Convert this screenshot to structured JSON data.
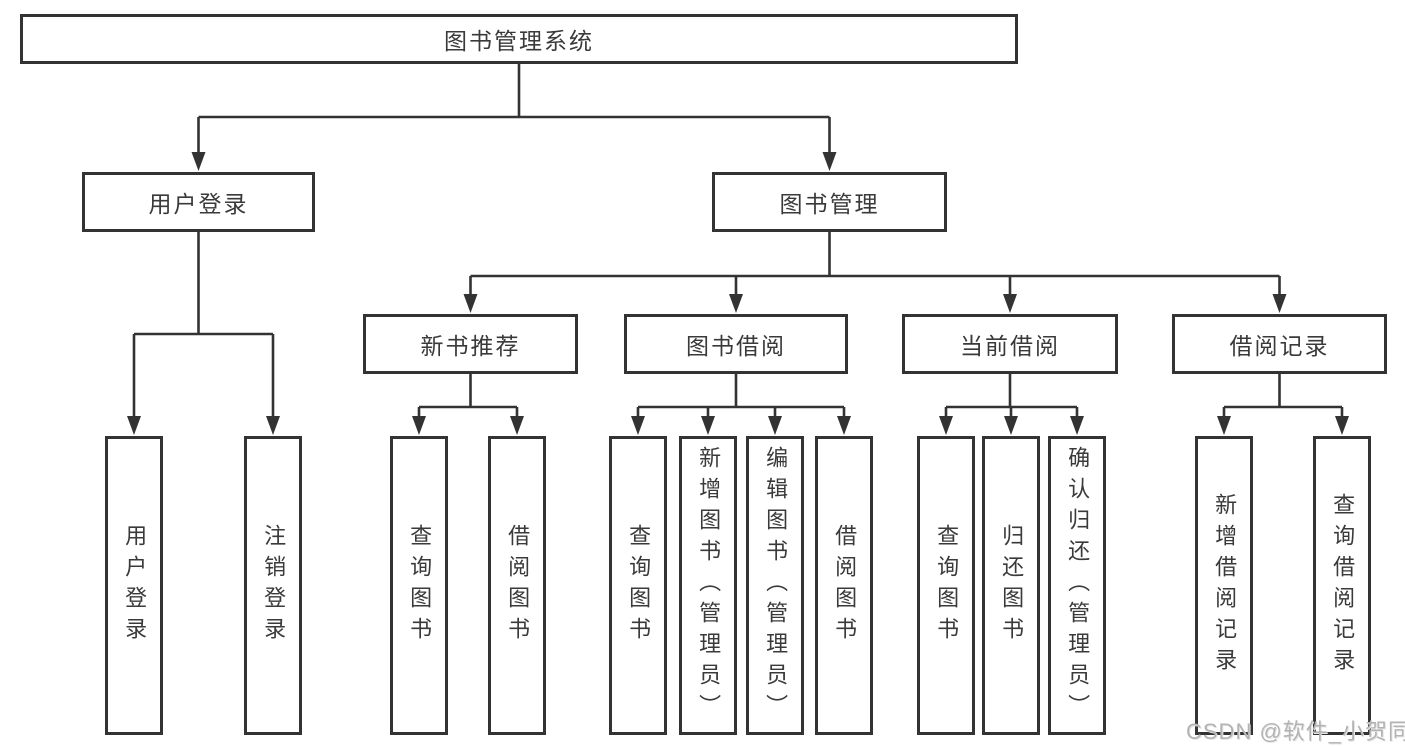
{
  "diagram": {
    "root": {
      "label": "图书管理系统"
    },
    "branches": [
      {
        "label": "用户登录",
        "children": [
          {
            "label": "用户登录"
          },
          {
            "label": "注销登录"
          }
        ]
      },
      {
        "label": "图书管理",
        "children": [
          {
            "label": "新书推荐",
            "children": [
              {
                "label": "查询图书"
              },
              {
                "label": "借阅图书"
              }
            ]
          },
          {
            "label": "图书借阅",
            "children": [
              {
                "label": "查询图书"
              },
              {
                "label": "新增图书（管理员）"
              },
              {
                "label": "编辑图书（管理员）"
              },
              {
                "label": "借阅图书"
              }
            ]
          },
          {
            "label": "当前借阅",
            "children": [
              {
                "label": "查询图书"
              },
              {
                "label": "归还图书"
              },
              {
                "label": "确认归还（管理员）"
              }
            ]
          },
          {
            "label": "借阅记录",
            "children": [
              {
                "label": "新增借阅记录"
              },
              {
                "label": "查询借阅记录"
              }
            ]
          }
        ]
      }
    ]
  },
  "watermark": {
    "text": "CSDN @软件_小贺同学"
  },
  "colors": {
    "line": "#333333",
    "box_border": "#333333",
    "text": "#3a3a3a",
    "watermark": "#b3b3b3",
    "background": "#ffffff"
  }
}
